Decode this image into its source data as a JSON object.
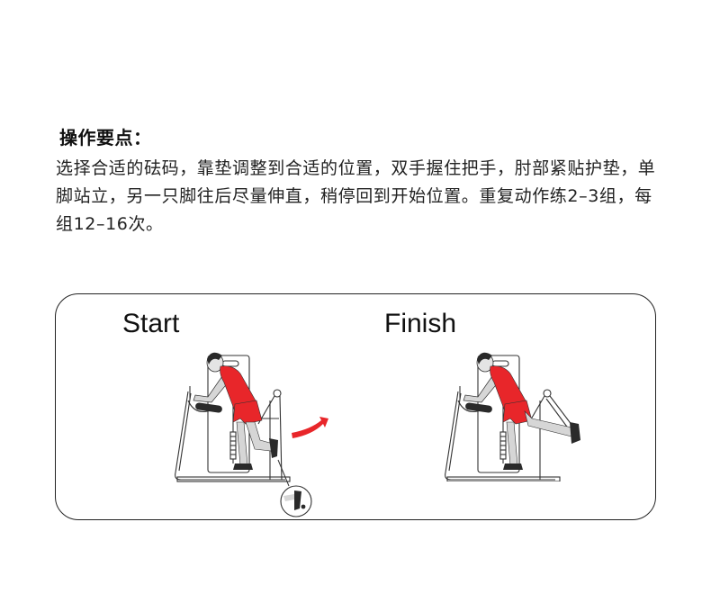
{
  "section": {
    "heading": "操作要点：",
    "body": "选择合适的砝码，靠垫调整到合适的位置，双手握住把手，肘部紧贴护垫，单脚站立，另一只脚往后尽量伸直，稍停回到开始位置。重复动作练2–3组，每组12–16次。"
  },
  "demo": {
    "start_label": "Start",
    "finish_label": "Finish",
    "start_figure": {
      "icon": "glute-kickback-start-illustration",
      "arrow": "red-curved-arrow-icon",
      "detail": "foot-pad-detail-circle"
    },
    "finish_figure": {
      "icon": "glute-kickback-finish-illustration"
    }
  },
  "colors": {
    "accent_red": "#E8262A",
    "outline": "#222222",
    "skin_gray": "#D6D6D6",
    "shoe_black": "#2A2A2A"
  }
}
